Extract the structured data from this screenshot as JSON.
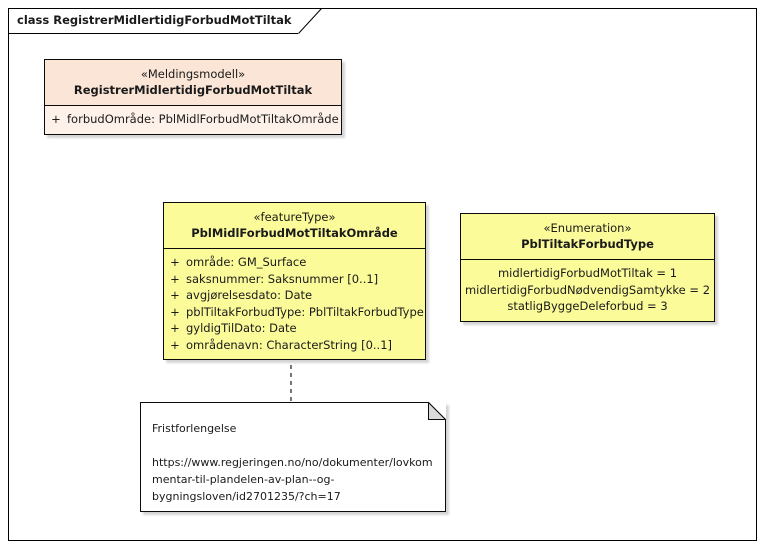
{
  "diagram": {
    "frame_title": "class RegistrerMidlertidigForbudMotTiltak"
  },
  "classes": [
    {
      "id": "meldingsmodell",
      "stereotype": "«Meldingsmodell»",
      "name": "RegistrerMidlertidigForbudMotTiltak",
      "fill": "#fbe5d6",
      "attributes": [
        {
          "visibility": "+",
          "text": "forbudOmråde: PblMidlForbudMotTiltakOmråde"
        }
      ]
    },
    {
      "id": "featuretype",
      "stereotype": "«featureType»",
      "name": "PblMidlForbudMotTiltakOmråde",
      "fill": "#fbfb9a",
      "attributes": [
        {
          "visibility": "+",
          "text": "område: GM_Surface"
        },
        {
          "visibility": "+",
          "text": "saksnummer: Saksnummer [0..1]"
        },
        {
          "visibility": "+",
          "text": "avgjørelsesdato: Date"
        },
        {
          "visibility": "+",
          "text": "pblTiltakForbudType: PblTiltakForbudType"
        },
        {
          "visibility": "+",
          "text": "gyldigTilDato: Date"
        },
        {
          "visibility": "+",
          "text": "områdenavn: CharacterString [0..1]"
        }
      ]
    },
    {
      "id": "enumeration",
      "stereotype": "«Enumeration»",
      "name": "PblTiltakForbudType",
      "fill": "#fbfb9a",
      "literals": [
        "midlertidigForbudMotTiltak = 1",
        "midlertidigForbudNødvendigSamtykke = 2",
        "statligByggeDeleforbud = 3"
      ]
    }
  ],
  "note": {
    "title": "Fristforlengelse",
    "url_lines": [
      "https://www.regjeringen.no/no/dokumenter/lovkom",
      "mentar-til-plandelen-av-plan--og-",
      "bygningsloven/id2701235/?ch=17"
    ]
  }
}
